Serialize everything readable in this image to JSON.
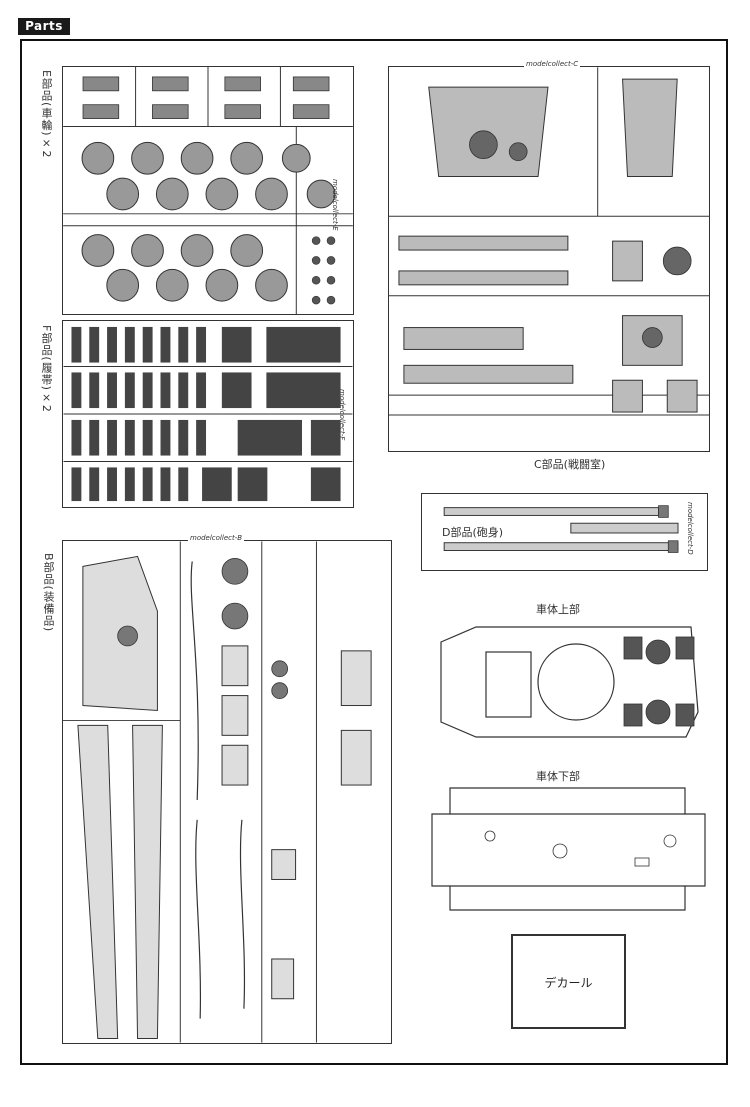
{
  "header": {
    "tag": "Parts"
  },
  "sprues": {
    "e": {
      "label": "E部品(車輪)×2",
      "brand": "modelcollect-E"
    },
    "f": {
      "label": "F部品(履帯)×2",
      "brand": "modelcollect-F"
    },
    "c": {
      "label": "C部品(戦闘室)",
      "brand": "modelcollect-C"
    },
    "d": {
      "label": "D部品(砲身)",
      "brand": "modelcollect-D"
    },
    "b": {
      "label": "B部品(装備品)",
      "brand": "modelcollect-B"
    }
  },
  "hull": {
    "upper_label": "車体上部",
    "lower_label": "車体下部"
  },
  "decal": {
    "label": "デカール"
  }
}
